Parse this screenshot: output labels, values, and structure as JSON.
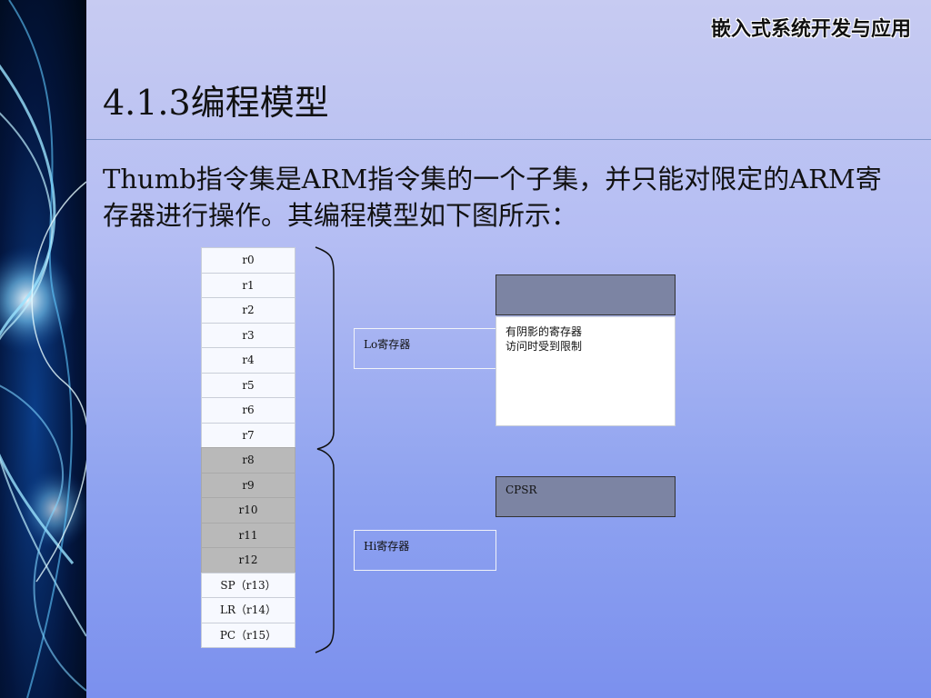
{
  "header": {
    "course_title": "嵌入式系统开发与应用"
  },
  "slide": {
    "title": "4.1.3编程模型",
    "body": "Thumb指令集是ARM指令集的一个子集，并只能对限定的ARM寄存器进行操作。其编程模型如下图所示："
  },
  "registers": [
    "r0",
    "r1",
    "r2",
    "r3",
    "r4",
    "r5",
    "r6",
    "r7",
    "r8",
    "r9",
    "r10",
    "r11",
    "r12",
    "SP（r13）",
    "LR（r14）",
    "PC（r15）"
  ],
  "register_groups": {
    "lo_label": "Lo寄存器",
    "hi_label": "Hi寄存器"
  },
  "legend": {
    "line1": "有阴影的寄存器",
    "line2": "访问时受到限制"
  },
  "cpsr_label": "CPSR",
  "colors": {
    "shaded_register": "#b9b9b9",
    "legend_dark": "#7c84a3"
  }
}
